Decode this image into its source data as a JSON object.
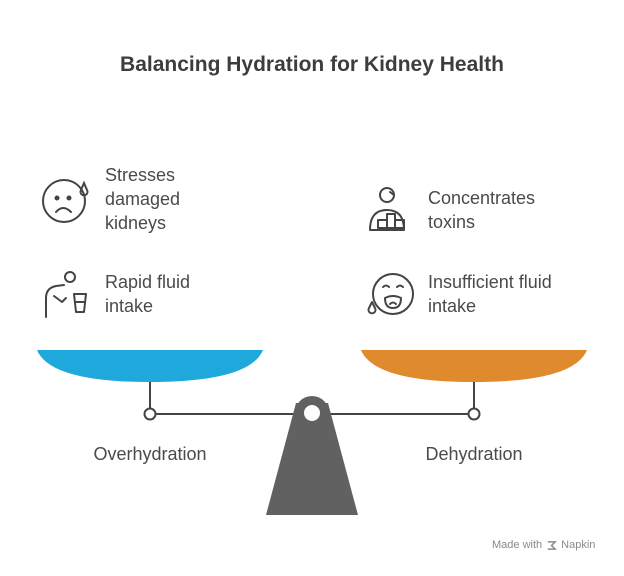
{
  "title": "Balancing Hydration for Kidney Health",
  "left": {
    "label": "Overhydration",
    "color": "#1ea8dc",
    "items": [
      {
        "lines": [
          "Stresses",
          "damaged",
          "kidneys"
        ],
        "icon": "sad-face-sweat-icon"
      },
      {
        "lines": [
          "Rapid fluid",
          "intake"
        ],
        "icon": "person-drinking-icon"
      }
    ]
  },
  "right": {
    "label": "Dehydration",
    "color": "#e08a2e",
    "items": [
      {
        "lines": [
          "Concentrates",
          "toxins"
        ],
        "icon": "person-blocks-icon"
      },
      {
        "lines": [
          "Insufficient fluid",
          "intake"
        ],
        "icon": "thirsty-face-icon"
      }
    ]
  },
  "credit": {
    "made_with": "Made with",
    "brand": "Napkin"
  }
}
